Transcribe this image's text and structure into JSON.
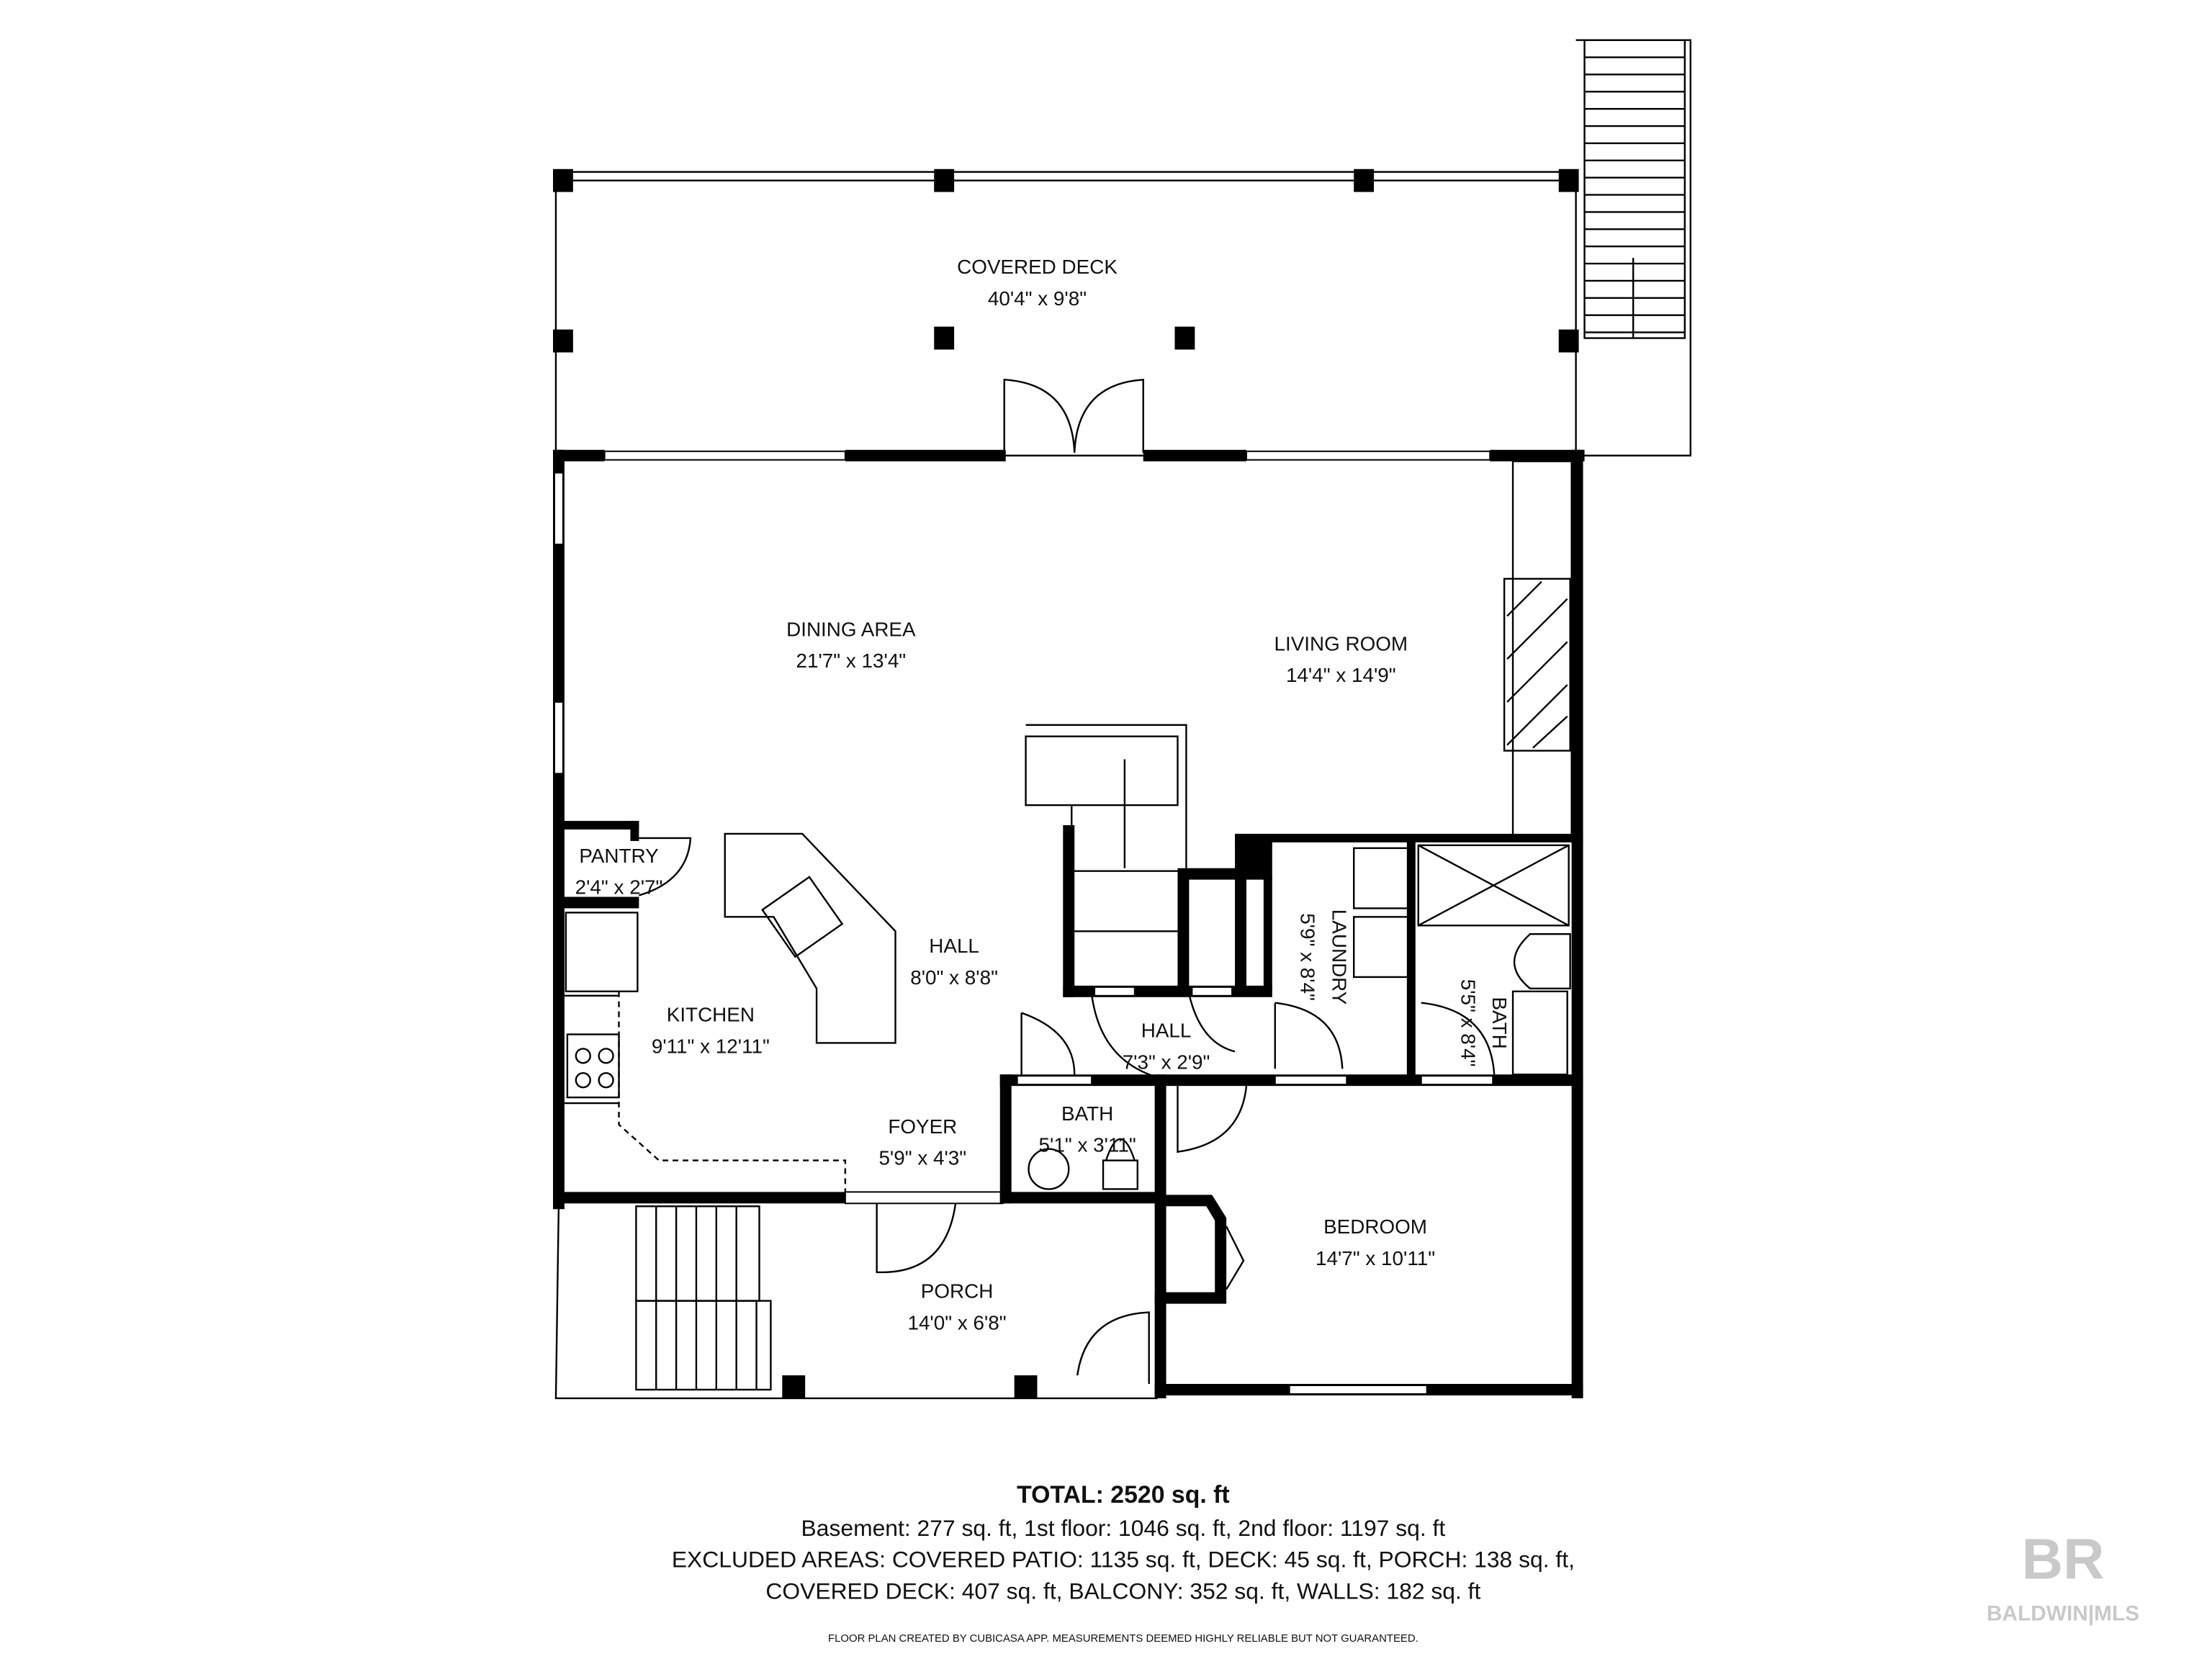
{
  "rooms": {
    "covered_deck": {
      "name": "COVERED DECK",
      "size": "40'4\" x 9'8\""
    },
    "dining_area": {
      "name": "DINING AREA",
      "size": "21'7\" x 13'4\""
    },
    "living_room": {
      "name": "LIVING ROOM",
      "size": "14'4\" x 14'9\""
    },
    "pantry": {
      "name": "PANTRY",
      "size": "2'4\" x 2'7\""
    },
    "hall_main": {
      "name": "HALL",
      "size": "8'0\" x 8'8\""
    },
    "kitchen": {
      "name": "KITCHEN",
      "size": "9'11\" x 12'11\""
    },
    "laundry": {
      "name": "LAUNDRY",
      "size": "5'9\" x 8'4\""
    },
    "bath_upper": {
      "name": "BATH",
      "size": "5'5\" x 8'4\""
    },
    "hall_small": {
      "name": "HALL",
      "size": "7'3\" x 2'9\""
    },
    "foyer": {
      "name": "FOYER",
      "size": "5'9\" x 4'3\""
    },
    "bath_lower": {
      "name": "BATH",
      "size": "5'1\" x 3'11\""
    },
    "bedroom": {
      "name": "BEDROOM",
      "size": "14'7\" x 10'11\""
    },
    "porch": {
      "name": "PORCH",
      "size": "14'0\" x 6'8\""
    }
  },
  "summary": {
    "total": "TOTAL: 2520 sq. ft",
    "floors": "Basement: 277 sq. ft, 1st floor: 1046 sq. ft, 2nd floor: 1197 sq. ft",
    "excluded_1": "EXCLUDED AREAS: COVERED PATIO: 1135 sq. ft, DECK: 45 sq. ft, PORCH: 138 sq. ft,",
    "excluded_2": "COVERED DECK: 407 sq. ft, BALCONY: 352 sq. ft, WALLS: 182 sq. ft",
    "disclaimer": "FLOOR PLAN CREATED BY CUBICASA APP. MEASUREMENTS DEEMED HIGHLY RELIABLE BUT NOT GUARANTEED."
  },
  "watermark": {
    "mark": "BR",
    "text": "BALDWIN|MLS"
  }
}
